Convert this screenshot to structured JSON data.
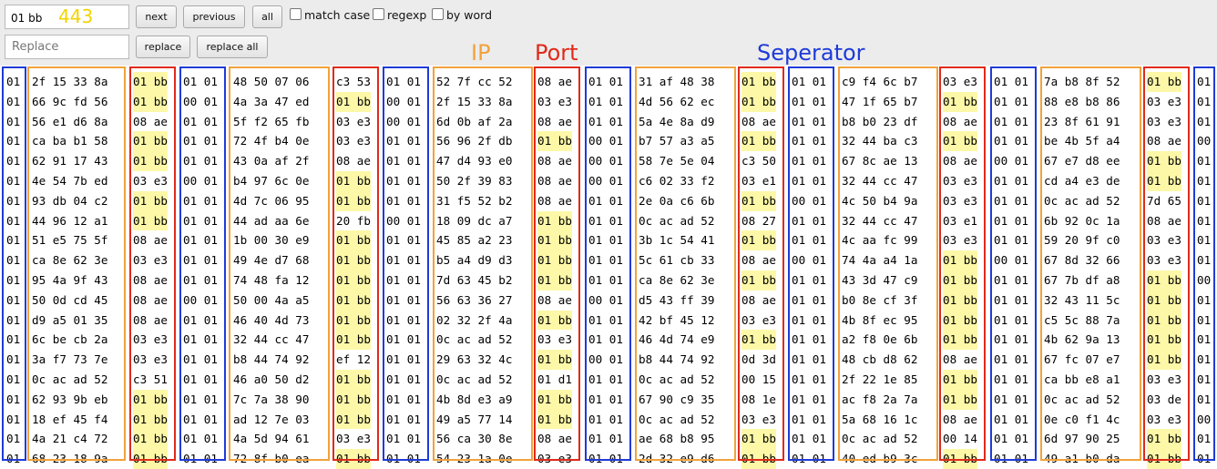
{
  "find": {
    "query": "01 bb",
    "match_count": "443"
  },
  "replace": {
    "placeholder": "Replace"
  },
  "buttons": {
    "next": "next",
    "previous": "previous",
    "all": "all",
    "replace": "replace",
    "replace_all": "replace all"
  },
  "options": {
    "match_case": "match case",
    "regexp": "regexp",
    "by_word": "by word"
  },
  "labels": {
    "ip": "IP",
    "port": "Port",
    "separator": "Seperator"
  },
  "colors": {
    "separator": "#1f3bd8",
    "ip": "#f2a23c",
    "port": "#e02a1a",
    "match_highlight": "#fcf8a8",
    "count": "#f2d400"
  },
  "highlight_token": "01 bb",
  "rows": [
    [
      "01",
      "2f 15 33 8a",
      "01 bb",
      "01 01",
      "48 50 07 06",
      "c3 53",
      "01 01",
      "52 7f cc 52",
      "08 ae",
      "01 01",
      "31 af 48 38",
      "01 bb",
      "01 01",
      "c9 f4 6c b7",
      "03 e3",
      "01 01",
      "7a b8 8f 52",
      "01 bb",
      "01"
    ],
    [
      "01",
      "66 9c fd 56",
      "01 bb",
      "00 01",
      "4a 3a 47 ed",
      "01 bb",
      "00 01",
      "2f 15 33 8a",
      "03 e3",
      "01 01",
      "4d 56 62 ec",
      "01 bb",
      "01 01",
      "47 1f 65 b7",
      "01 bb",
      "01 01",
      "88 e8 b8 86",
      "03 e3",
      "01"
    ],
    [
      "01",
      "56 e1 d6 8a",
      "08 ae",
      "01 01",
      "5f f2 65 fb",
      "03 e3",
      "00 01",
      "6d 0b af 2a",
      "08 ae",
      "01 01",
      "5a 4e 8a d9",
      "08 ae",
      "01 01",
      "b8 b0 23 df",
      "08 ae",
      "01 01",
      "23 8f 61 91",
      "03 e3",
      "01"
    ],
    [
      "01",
      "ca ba b1 58",
      "01 bb",
      "01 01",
      "72 4f b4 0e",
      "03 e3",
      "01 01",
      "56 96 2f db",
      "01 bb",
      "00 01",
      "b7 57 a3 a5",
      "01 bb",
      "01 01",
      "32 44 ba c3",
      "01 bb",
      "01 01",
      "be 4b 5f a4",
      "08 ae",
      "00"
    ],
    [
      "01",
      "62 91 17 43",
      "01 bb",
      "01 01",
      "43 0a af 2f",
      "08 ae",
      "01 01",
      "47 d4 93 e0",
      "08 ae",
      "00 01",
      "58 7e 5e 04",
      "c3 50",
      "01 01",
      "67 8c ae 13",
      "08 ae",
      "00 01",
      "67 e7 d8 ee",
      "01 bb",
      "01"
    ],
    [
      "01",
      "4e 54 7b ed",
      "03 e3",
      "00 01",
      "b4 97 6c 0e",
      "01 bb",
      "01 01",
      "50 2f 39 83",
      "08 ae",
      "00 01",
      "c6 02 33 f2",
      "03 e1",
      "01 01",
      "32 44 cc 47",
      "03 e3",
      "01 01",
      "cd a4 e3 de",
      "01 bb",
      "01"
    ],
    [
      "01",
      "93 db 04 c2",
      "01 bb",
      "01 01",
      "4d 7c 06 95",
      "01 bb",
      "01 01",
      "31 f5 52 b2",
      "08 ae",
      "01 01",
      "2e 0a c6 6b",
      "01 bb",
      "00 01",
      "4c 50 b4 9a",
      "03 e3",
      "01 01",
      "0c ac ad 52",
      "7d 65",
      "01"
    ],
    [
      "01",
      "44 96 12 a1",
      "01 bb",
      "01 01",
      "44 ad aa 6e",
      "20 fb",
      "00 01",
      "18 09 dc a7",
      "01 bb",
      "01 01",
      "0c ac ad 52",
      "08 27",
      "01 01",
      "32 44 cc 47",
      "03 e1",
      "01 01",
      "6b 92 0c 1a",
      "08 ae",
      "01"
    ],
    [
      "01",
      "51 e5 75 5f",
      "08 ae",
      "01 01",
      "1b 00 30 e9",
      "01 bb",
      "01 01",
      "45 85 a2 23",
      "01 bb",
      "01 01",
      "3b 1c 54 41",
      "01 bb",
      "01 01",
      "4c aa fc 99",
      "03 e3",
      "01 01",
      "59 20 9f c0",
      "03 e3",
      "01"
    ],
    [
      "01",
      "ca 8e 62 3e",
      "03 e3",
      "01 01",
      "49 4e d7 68",
      "01 bb",
      "01 01",
      "b5 a4 d9 d3",
      "01 bb",
      "01 01",
      "5c 61 cb 33",
      "08 ae",
      "00 01",
      "74 4a a4 1a",
      "01 bb",
      "00 01",
      "67 8d 32 66",
      "03 e3",
      "01"
    ],
    [
      "01",
      "95 4a 9f 43",
      "08 ae",
      "01 01",
      "74 48 fa 12",
      "01 bb",
      "01 01",
      "7d 63 45 b2",
      "01 bb",
      "01 01",
      "ca 8e 62 3e",
      "01 bb",
      "01 01",
      "43 3d 47 c9",
      "01 bb",
      "01 01",
      "67 7b df a8",
      "01 bb",
      "00"
    ],
    [
      "01",
      "50 0d cd 45",
      "08 ae",
      "00 01",
      "50 00 4a a5",
      "01 bb",
      "01 01",
      "56 63 36 27",
      "08 ae",
      "00 01",
      "d5 43 ff 39",
      "08 ae",
      "01 01",
      "b0 8e cf 3f",
      "01 bb",
      "01 01",
      "32 43 11 5c",
      "01 bb",
      "01"
    ],
    [
      "01",
      "d9 a5 01 35",
      "08 ae",
      "01 01",
      "46 40 4d 73",
      "01 bb",
      "01 01",
      "02 32 2f 4a",
      "01 bb",
      "01 01",
      "42 bf 45 12",
      "03 e3",
      "01 01",
      "4b 8f ec 95",
      "01 bb",
      "01 01",
      "c5 5c 88 7a",
      "01 bb",
      "01"
    ],
    [
      "01",
      "6c be cb 2a",
      "03 e3",
      "01 01",
      "32 44 cc 47",
      "01 bb",
      "01 01",
      "0c ac ad 52",
      "03 e3",
      "01 01",
      "46 4d 74 e9",
      "01 bb",
      "01 01",
      "a2 f8 0e 6b",
      "01 bb",
      "01 01",
      "4b 62 9a 13",
      "01 bb",
      "01"
    ],
    [
      "01",
      "3a f7 73 7e",
      "03 e3",
      "01 01",
      "b8 44 74 92",
      "ef 12",
      "01 01",
      "29 63 32 4c",
      "01 bb",
      "00 01",
      "b8 44 74 92",
      "0d 3d",
      "01 01",
      "48 cb d8 62",
      "08 ae",
      "01 01",
      "67 fc 07 e7",
      "01 bb",
      "01"
    ],
    [
      "01",
      "0c ac ad 52",
      "c3 51",
      "01 01",
      "46 a0 50 d2",
      "01 bb",
      "01 01",
      "0c ac ad 52",
      "01 d1",
      "01 01",
      "0c ac ad 52",
      "00 15",
      "01 01",
      "2f 22 1e 85",
      "01 bb",
      "01 01",
      "ca bb e8 a1",
      "03 e3",
      "01"
    ],
    [
      "01",
      "62 93 9b eb",
      "01 bb",
      "01 01",
      "7c 7a 38 90",
      "01 bb",
      "01 01",
      "4b 8d e3 a9",
      "01 bb",
      "01 01",
      "67 90 c9 35",
      "08 1e",
      "01 01",
      "ac f8 2a 7a",
      "01 bb",
      "01 01",
      "0c ac ad 52",
      "03 de",
      "01"
    ],
    [
      "01",
      "18 ef 45 f4",
      "01 bb",
      "01 01",
      "ad 12 7e 03",
      "01 bb",
      "01 01",
      "49 a5 77 14",
      "01 bb",
      "01 01",
      "0c ac ad 52",
      "03 e3",
      "01 01",
      "5a 68 16 1c",
      "08 ae",
      "01 01",
      "0e c0 f1 4c",
      "03 e3",
      "00"
    ],
    [
      "01",
      "4a 21 c4 72",
      "01 bb",
      "01 01",
      "4a 5d 94 61",
      "03 e3",
      "01 01",
      "56 ca 30 8e",
      "08 ae",
      "01 01",
      "ae 68 b8 95",
      "01 bb",
      "01 01",
      "0c ac ad 52",
      "00 14",
      "01 01",
      "6d 97 90 25",
      "01 bb",
      "01"
    ],
    [
      "01",
      "68 23 18 9a",
      "01 bb",
      "01 01",
      "72 8f b0 ea",
      "01 bb",
      "01 01",
      "54 23 1a 0e",
      "03 e3",
      "01 01",
      "2d 32 e9 d6",
      "01 bb",
      "01 01",
      "40 ed b9 3c",
      "01 bb",
      "01 01",
      "49 a1 b0 da",
      "01 bb",
      "01"
    ]
  ]
}
